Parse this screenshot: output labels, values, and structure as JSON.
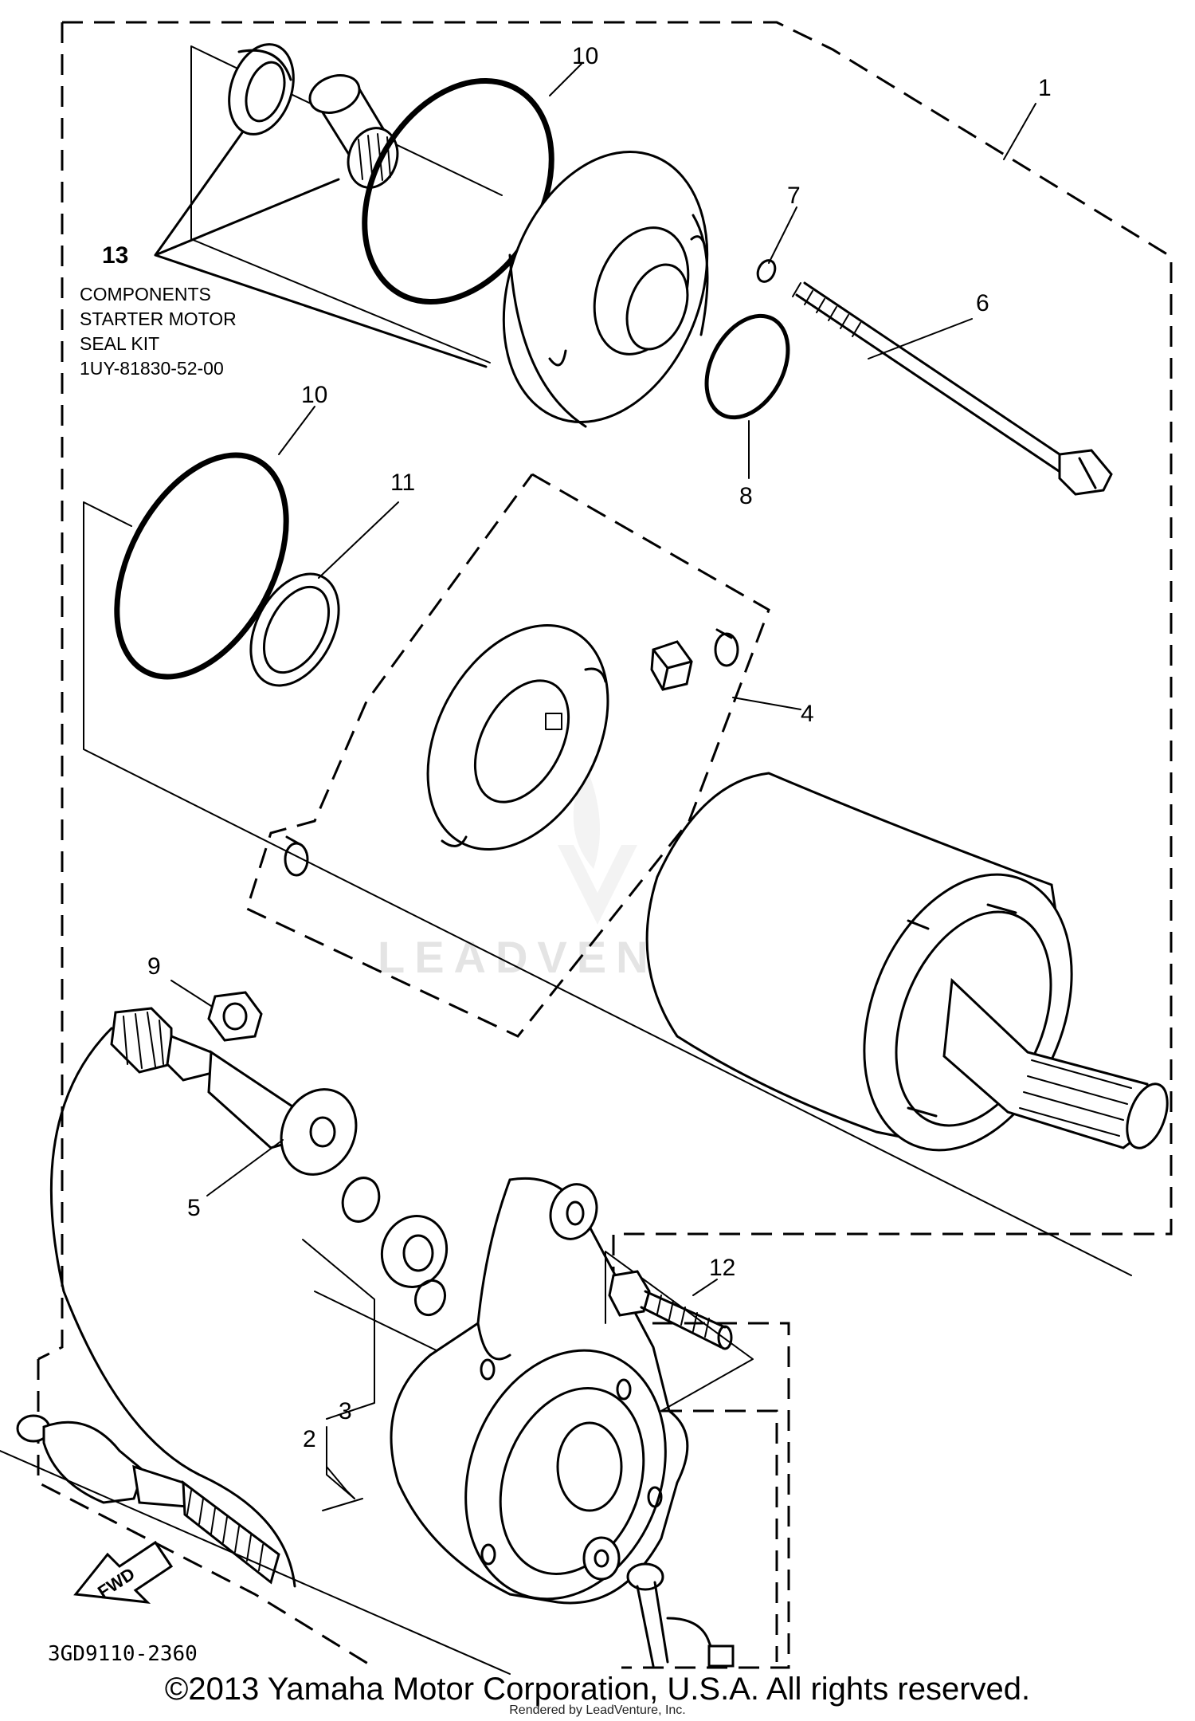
{
  "diagram": {
    "drawing_code": "3GD9110-2360",
    "copyright": "©2013 Yamaha Motor Corporation, U.S.A. All rights reserved.",
    "rendered_by": "Rendered by LeadVenture, Inc.",
    "watermark": "LEADVENTURE",
    "fwd_label": "FWD",
    "kit": {
      "number": "13",
      "line1": "COMPONENTS",
      "line2": "STARTER MOTOR",
      "line3": "SEAL KIT",
      "part_number": "1UY-81830-52-00"
    },
    "callouts": [
      "1",
      "2",
      "3",
      "4",
      "5",
      "6",
      "7",
      "8",
      "9",
      "10",
      "10",
      "11",
      "12"
    ]
  }
}
